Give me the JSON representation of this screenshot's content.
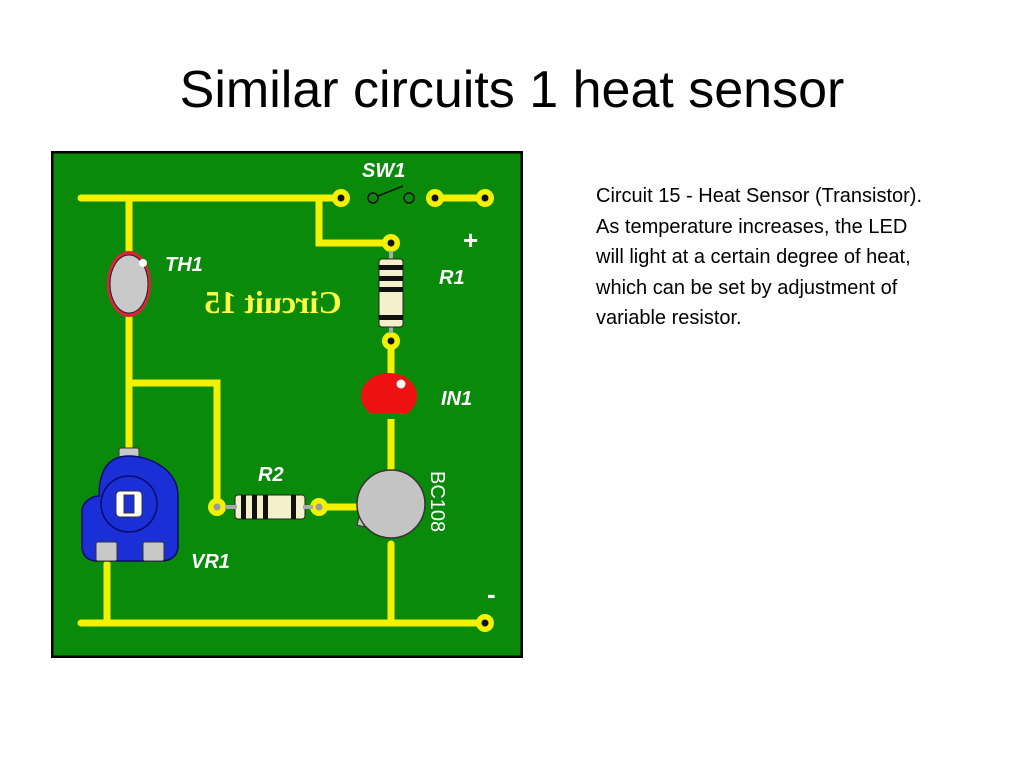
{
  "slide": {
    "title": "Similar circuits 1 heat sensor"
  },
  "diagram": {
    "labels": {
      "sw1": "SW1",
      "th1": "TH1",
      "r1": "R1",
      "in1": "IN1",
      "r2": "R2",
      "bc108": "BC108",
      "vr1": "VR1",
      "plus": "+",
      "minus": "-",
      "silkscreen": "Circuit 15"
    },
    "colors": {
      "board": "#0a8a0a",
      "trace": "#f2f200",
      "led": "#ee1111",
      "potentiometer": "#1a2fd6"
    }
  },
  "description": {
    "lines": [
      "Circuit 15 - Heat Sensor (Transistor).",
      "As temperature increases, the LED will light at a certain degree of heat, which can be set by adjustment of variable resistor."
    ]
  }
}
